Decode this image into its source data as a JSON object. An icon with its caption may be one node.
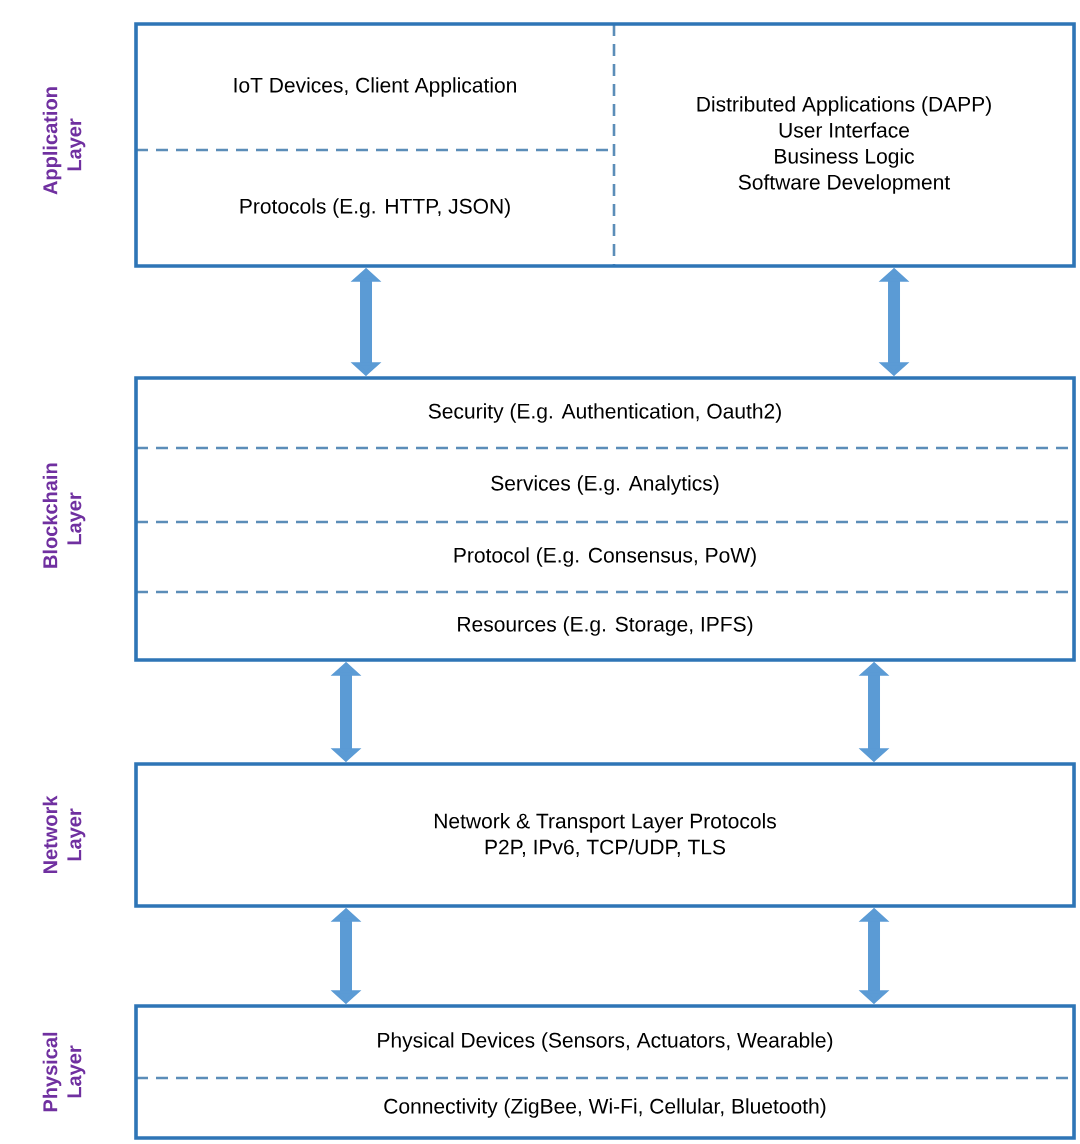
{
  "diagram": {
    "nodes": [
      {
        "text": [
          "Application Layer"
        ]
      },
      {
        "text": [
          "IoT Devices, Client Application"
        ],
        "in": 0
      },
      {
        "text": [
          "Protocols (E.g. HTTP, JSON)"
        ],
        "in": 0
      },
      {
        "text": [
          "Distributed Applications (DAPP)",
          "User Interface",
          "Business Logic",
          "Software Development"
        ],
        "in": 0
      },
      {
        "text": [
          "Blockchain Layer"
        ]
      },
      {
        "text": [
          "Security (E.g. Authentication, Oauth2)"
        ],
        "in": 4
      },
      {
        "text": [
          "Services (E.g. Analytics)"
        ],
        "in": 4
      },
      {
        "text": [
          "Protocol (E.g. Consensus, PoW)"
        ],
        "in": 4
      },
      {
        "text": [
          "Resources (E.g. Storage, IPFS)"
        ],
        "in": 4
      },
      {
        "text": [
          "Network Layer",
          "Network & Transport Layer Protocols",
          "P2P, IPv6, TCP/UDP, TLS"
        ]
      },
      {
        "text": [
          "Physical Layer"
        ]
      },
      {
        "text": [
          "Physical Devices (Sensors, Actuators, Wearable)"
        ],
        "in": 10
      },
      {
        "text": [
          "Connectivity (ZigBee, Wi-Fi, Cellular, Bluetooth)"
        ],
        "in": 10
      }
    ],
    "edges": [
      {
        "from": 0,
        "to": 4,
        "arrow": "both"
      },
      {
        "from": 0,
        "to": 4,
        "arrow": "both"
      },
      {
        "from": 4,
        "to": 9,
        "arrow": "both"
      },
      {
        "from": 4,
        "to": 9,
        "arrow": "both"
      },
      {
        "from": 9,
        "to": 10,
        "arrow": "both"
      },
      {
        "from": 9,
        "to": 10,
        "arrow": "both"
      }
    ]
  }
}
